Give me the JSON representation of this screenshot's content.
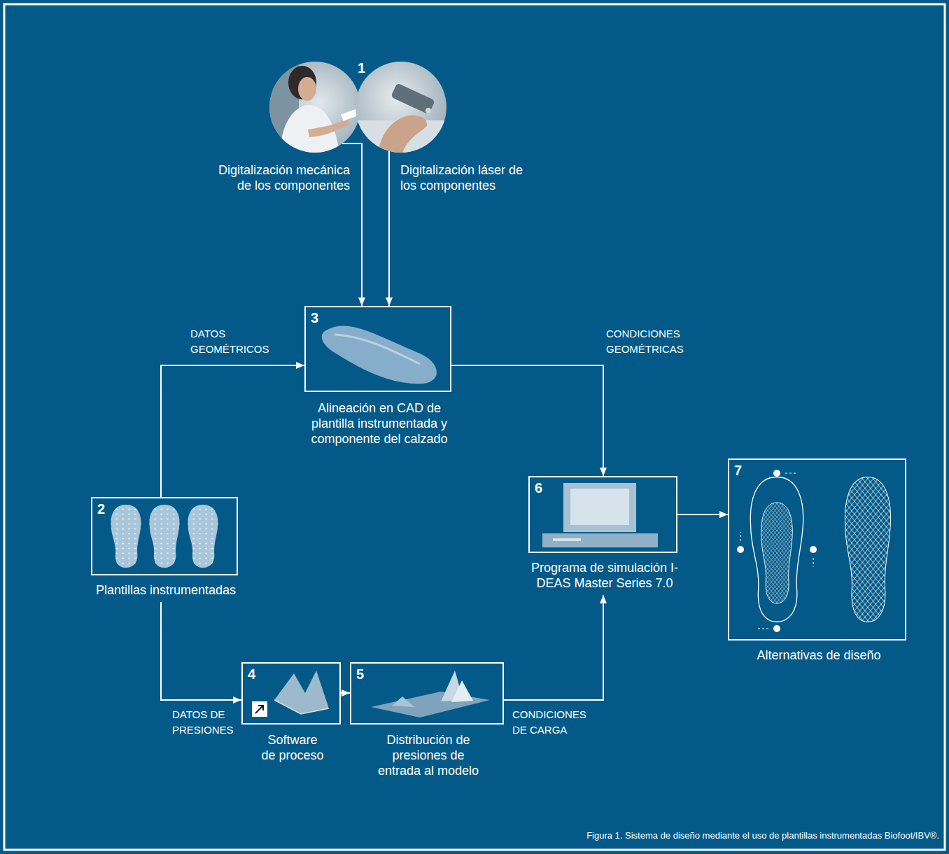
{
  "diagram": {
    "caption": "Figura 1. Sistema de diseño mediante el uso de plantillas instrumentadas Biofoot/IBV®.",
    "nodes": [
      {
        "text": [
          "Digitalización mecánica de los componentes"
        ]
      },
      {
        "text": [
          "Digitalización láser de los componentes"
        ]
      },
      {
        "text": [
          "3",
          "Alineación en CAD de plantilla instrumentada y componente del calzado"
        ]
      },
      {
        "text": [
          "2",
          "Plantillas instrumentadas"
        ]
      },
      {
        "text": [
          "4",
          "Software de proceso"
        ]
      },
      {
        "text": [
          "5",
          "Distribución de presiones de entrada al modelo"
        ]
      },
      {
        "text": [
          "6",
          "Programa de simulación I-DEAS Master Series 7.0"
        ]
      },
      {
        "text": [
          "7",
          "Alternativas de diseño"
        ]
      }
    ],
    "edges": [
      {
        "from": 0,
        "to": 2,
        "arrow": "to"
      },
      {
        "from": 1,
        "to": 2,
        "arrow": "to"
      },
      {
        "from": 3,
        "to": 2,
        "arrow": "to",
        "label": "DATOS GEOMÉTRICOS"
      },
      {
        "from": 2,
        "to": 6,
        "arrow": "to",
        "label": "CONDICIONES GEOMÉTRICAS"
      },
      {
        "from": 3,
        "to": 4,
        "arrow": "to",
        "label": "DATOS DE PRESIONES"
      },
      {
        "from": 4,
        "to": 5,
        "arrow": "to"
      },
      {
        "from": 5,
        "to": 6,
        "arrow": "to",
        "label": "CONDICIONES DE CARGA"
      },
      {
        "from": 6,
        "to": 7,
        "arrow": "to"
      }
    ],
    "labels": [
      "1"
    ]
  }
}
